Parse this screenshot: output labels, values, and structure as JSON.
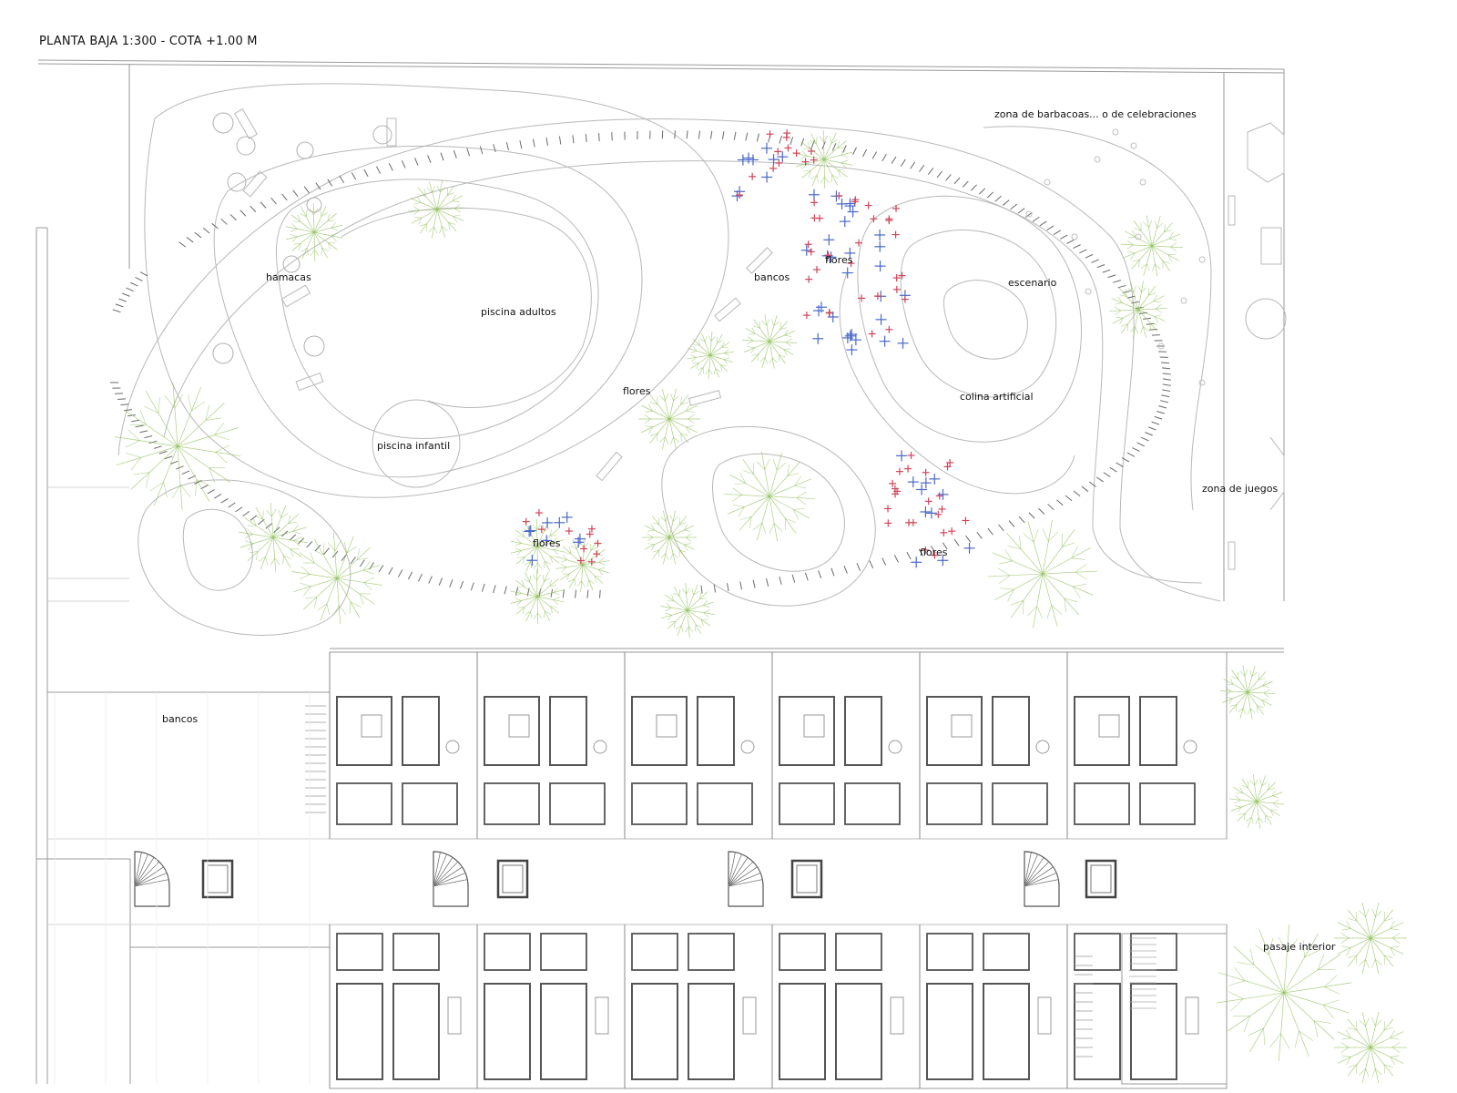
{
  "title": "PLANTA BAJA 1:300 - COTA +1.00 M",
  "labels": {
    "zona_barbacoas": "zona de barbacoas... o de celebraciones",
    "hamacas": "hamacas",
    "piscina_adultos": "piscina adultos",
    "piscina_infantil": "piscina infantil",
    "flores_centro": "flores",
    "flores_sur": "flores",
    "flores_norte": "flores",
    "flores_este": "flores",
    "bancos_parque": "bancos",
    "escenario": "escenario",
    "colina_artificial": "colina artificial",
    "zona_de_juegos": "zona de juegos",
    "bancos_plaza": "bancos",
    "pasaje_interior": "pasaje interior"
  },
  "colors": {
    "line": "#b8b8b8",
    "wall": "#555555",
    "tree": "#8fbf5a",
    "flower_red": "#d0455a",
    "flower_blue": "#4a68c8"
  }
}
